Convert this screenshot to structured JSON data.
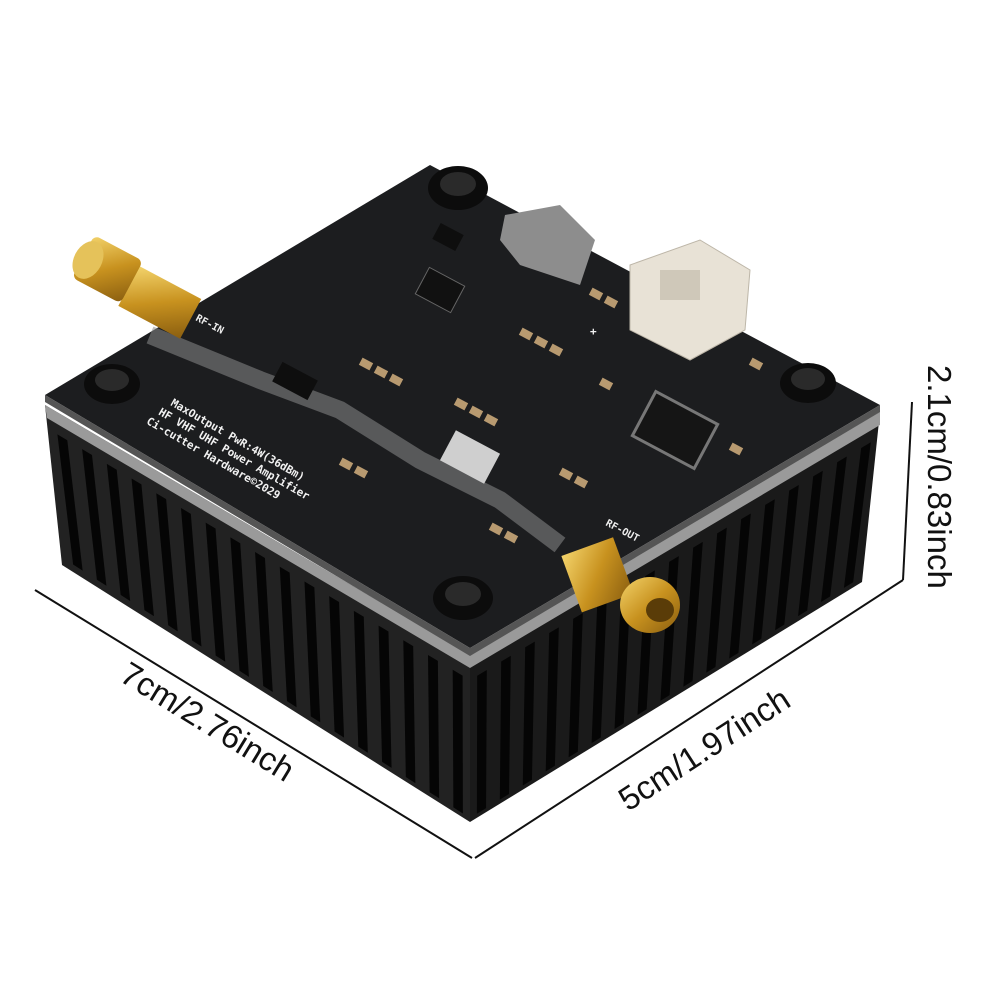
{
  "dimensions": {
    "length": "7cm/2.76inch",
    "width": "5cm/1.97inch",
    "height": "2.1cm/0.83inch"
  },
  "board": {
    "silkscreen": [
      "MaxOutput PwR:4W(36dBm)",
      "HF VHF UHF Power Amplifier",
      "Ci-cutter Hardware©2029"
    ],
    "rf_in_label": "RF-IN",
    "rf_out_label": "RF-OUT",
    "plus_label": "+"
  },
  "colors": {
    "pcb": "#1c1d1f",
    "heatsink": "#151515",
    "connector_gold": "#d4a531",
    "header_white": "#e8e2d6"
  }
}
